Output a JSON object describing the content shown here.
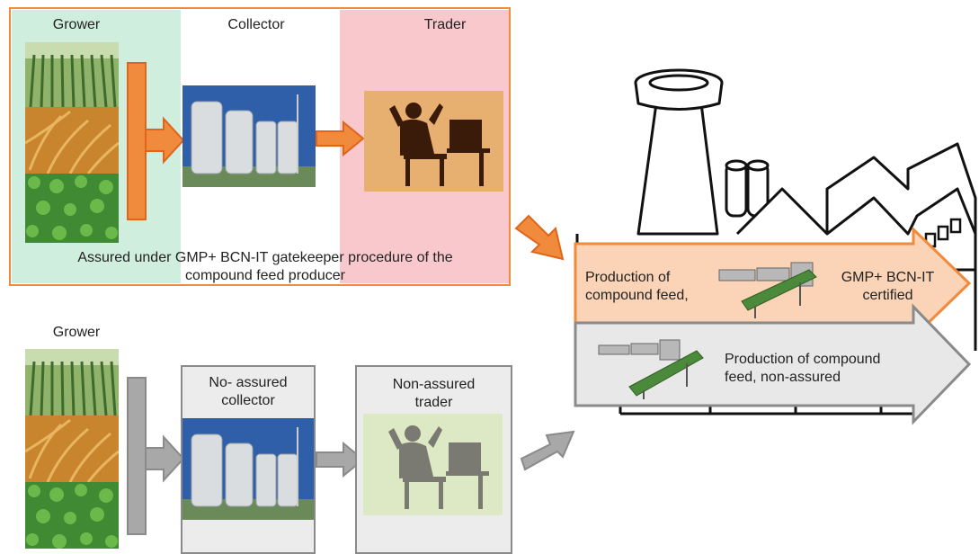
{
  "assured_chain": {
    "grower_label": "Grower",
    "collector_label": "Collector",
    "trader_label": "Trader",
    "caption_line1": "Assured under GMP+ BCN-IT gatekeeper procedure of the",
    "caption_line2": "compound feed producer"
  },
  "non_assured_chain": {
    "grower_label": "Grower",
    "collector_label_line1": "No- assured",
    "collector_label_line2": "collector",
    "trader_label_line1": "Non-assured",
    "trader_label_line2": "trader"
  },
  "factory": {
    "certified_left_line1": "Production of",
    "certified_left_line2": "compound feed,",
    "certified_right_line1": "GMP+ BCN-IT",
    "certified_right_line2": "certified",
    "non_assured_line1": "Production of compound",
    "non_assured_line2": "feed, non-assured"
  },
  "colors": {
    "orange": "#f08a3c",
    "green_panel": "#cfeedd",
    "pink_panel": "#f8c8cc",
    "grey_arrow": "#a8a8a8"
  }
}
